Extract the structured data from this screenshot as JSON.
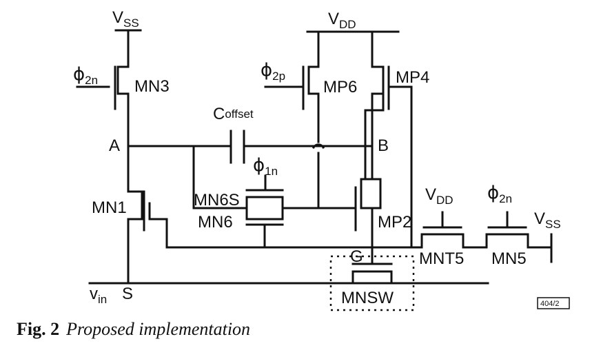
{
  "labels": {
    "vss_top": {
      "main": "V",
      "sub": "SS"
    },
    "vdd_top": {
      "main": "V",
      "sub": "DD"
    },
    "phi2n_left": {
      "main": "ϕ",
      "sub": "2n"
    },
    "mn3": "MN3",
    "phi2p": {
      "main": "ϕ",
      "sub": "2p"
    },
    "mp6": "MP6",
    "mp4": "MP4",
    "coffset": {
      "main": "C",
      "sub": "offset"
    },
    "node_a": "A",
    "node_b": "B",
    "phi1n": {
      "main": "ϕ",
      "sub": "1n"
    },
    "mn6s": "MN6S",
    "mn6": "MN6",
    "mn1": "MN1",
    "mp2": "MP2",
    "vdd_right": {
      "main": "V",
      "sub": "DD"
    },
    "phi2n_right": {
      "main": "ϕ",
      "sub": "2n"
    },
    "vss_right": {
      "main": "V",
      "sub": "SS"
    },
    "node_g": "G",
    "mnt5": "MNT5",
    "mn5": "MN5",
    "vin": {
      "main": "v",
      "sub": "in"
    },
    "node_s": "S",
    "mnsw": "MNSW",
    "figure_tag": "404/2"
  },
  "caption": {
    "prefix": "Fig. 2",
    "text": "Proposed implementation"
  }
}
